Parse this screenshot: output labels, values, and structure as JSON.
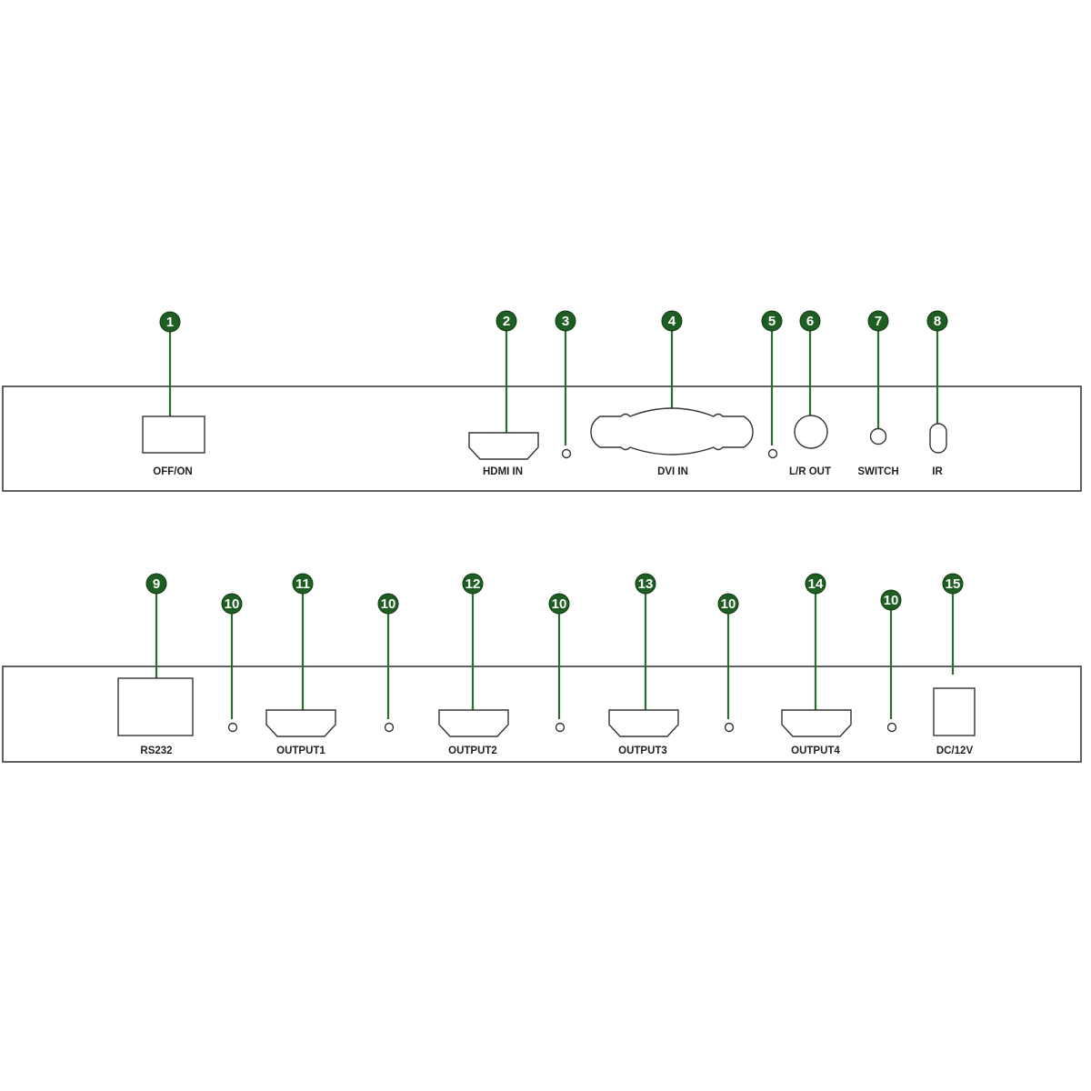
{
  "colors": {
    "badge_fill": "#1f5e22",
    "badge_text": "#ffffff",
    "leader": "#2e6b2e",
    "outline": "#333333",
    "label_text": "#222222"
  },
  "front_panel": {
    "callouts": [
      {
        "number": "1",
        "label": "OFF/ON",
        "icon": "rocker-switch-icon"
      },
      {
        "number": "2",
        "label": "HDMI IN",
        "icon": "hdmi-port-icon"
      },
      {
        "number": "3",
        "label": "",
        "icon": "led-indicator-icon"
      },
      {
        "number": "4",
        "label": "DVI  IN",
        "icon": "dvi-port-icon"
      },
      {
        "number": "5",
        "label": "",
        "icon": "led-indicator-icon"
      },
      {
        "number": "6",
        "label": "L/R OUT",
        "icon": "audio-jack-icon"
      },
      {
        "number": "7",
        "label": "SWITCH",
        "icon": "push-button-icon"
      },
      {
        "number": "8",
        "label": "IR",
        "icon": "ir-window-icon"
      }
    ]
  },
  "rear_panel": {
    "callouts": [
      {
        "number": "9",
        "label": "RS232",
        "icon": "rs232-port-icon"
      },
      {
        "number": "10",
        "label": "",
        "icon": "led-indicator-icon"
      },
      {
        "number": "11",
        "label": "OUTPUT1",
        "icon": "hdmi-port-icon"
      },
      {
        "number": "10",
        "label": "",
        "icon": "led-indicator-icon"
      },
      {
        "number": "12",
        "label": "OUTPUT2",
        "icon": "hdmi-port-icon"
      },
      {
        "number": "10",
        "label": "",
        "icon": "led-indicator-icon"
      },
      {
        "number": "13",
        "label": "OUTPUT3",
        "icon": "hdmi-port-icon"
      },
      {
        "number": "10",
        "label": "",
        "icon": "led-indicator-icon"
      },
      {
        "number": "14",
        "label": "OUTPUT4",
        "icon": "hdmi-port-icon"
      },
      {
        "number": "10",
        "label": "",
        "icon": "led-indicator-icon"
      },
      {
        "number": "15",
        "label": "DC/12V",
        "icon": "dc-power-jack-icon"
      }
    ]
  }
}
